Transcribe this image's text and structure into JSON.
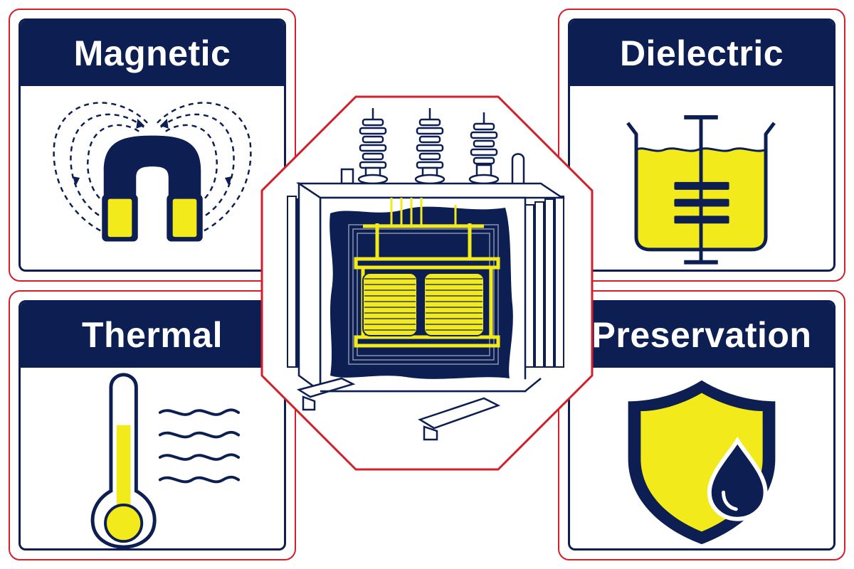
{
  "panels": {
    "magnetic": {
      "title": "Magnetic",
      "icon": "magnet-icon"
    },
    "dielectric": {
      "title": "Dielectric",
      "icon": "capacitor-in-oil-icon"
    },
    "thermal": {
      "title": "Thermal",
      "icon": "thermometer-icon"
    },
    "preservation": {
      "title": "Preservation",
      "icon": "shield-oil-drop-icon"
    }
  },
  "center": {
    "icon": "transformer-cutaway-icon"
  },
  "colors": {
    "navy": "#0d1f52",
    "yellow": "#f2ea1a",
    "red_outline": "#d21f2a",
    "white": "#ffffff"
  }
}
